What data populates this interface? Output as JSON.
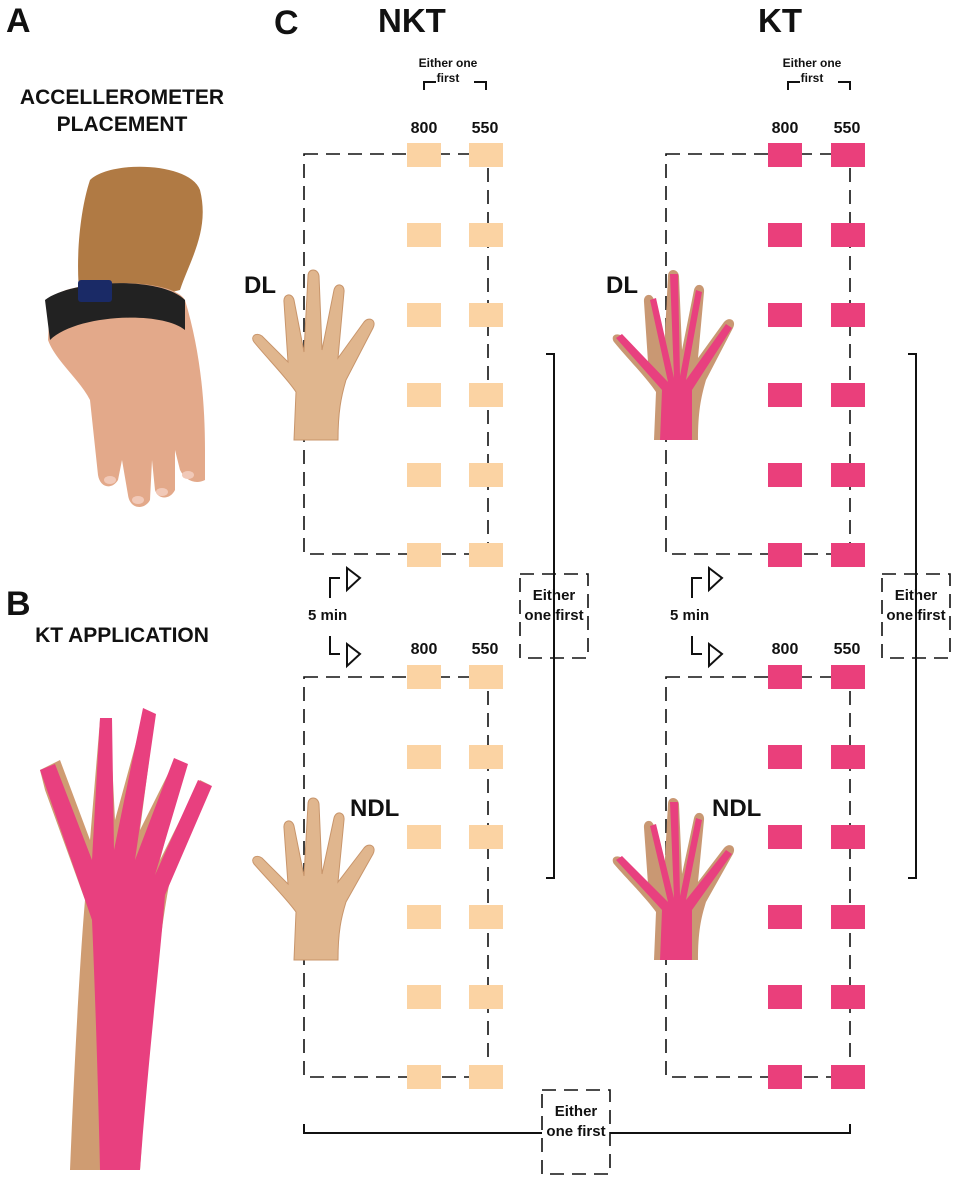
{
  "panels": {
    "a_letter": "A",
    "a_caption": "ACCELLEROMETER PLACEMENT",
    "b_letter": "B",
    "b_caption": "KT APPLICATION",
    "c_letter": "C"
  },
  "conditions": [
    {
      "title": "NKT",
      "either_order": "Either one first",
      "taped": false
    },
    {
      "title": "KT",
      "either_order": "Either one first",
      "taped": true
    }
  ],
  "trial_labels": [
    "800",
    "550"
  ],
  "hand_labels": {
    "dominant": "DL",
    "non_dominant": "NDL"
  },
  "rest_interval": "5 min",
  "hand_order_label": "Either one first",
  "condition_order_label": "Either one first",
  "blocks_per_hand": 6,
  "colors": {
    "nkt_block": "#fbd3a3",
    "kt_block": "#ea3f7b",
    "skin": "#dcae82",
    "tape": "#e8407f",
    "strap": "#222222"
  }
}
